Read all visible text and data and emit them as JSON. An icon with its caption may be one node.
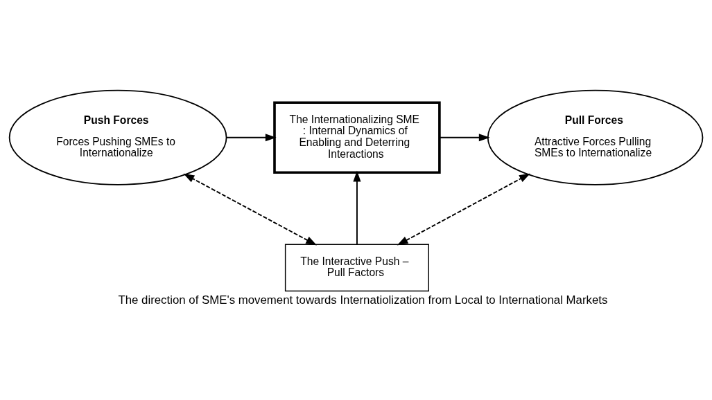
{
  "diagram": {
    "caption": "The direction of SME's movement towards Internatiolization from Local to International Markets",
    "nodes": [
      {
        "text": [
          "Push Forces",
          "Forces Pushing SMEs to Internationalize"
        ]
      },
      {
        "text": [
          "The Internationalizing SME : Internal Dynamics of Enabling and Deterring Interactions"
        ]
      },
      {
        "text": [
          "Pull Forces",
          "Attractive Forces Pulling SMEs to Internationalize"
        ]
      },
      {
        "text": [
          "The Interactive Push – Pull Factors"
        ]
      }
    ],
    "edges": [
      {
        "from": 0,
        "to": 1,
        "arrow": "to"
      },
      {
        "from": 1,
        "to": 2,
        "arrow": "to"
      },
      {
        "from": 3,
        "to": 1,
        "arrow": "to"
      },
      {
        "from": 3,
        "to": 0,
        "arrow": "both",
        "style": "dashed"
      },
      {
        "from": 3,
        "to": 2,
        "arrow": "both",
        "style": "dashed"
      }
    ]
  }
}
